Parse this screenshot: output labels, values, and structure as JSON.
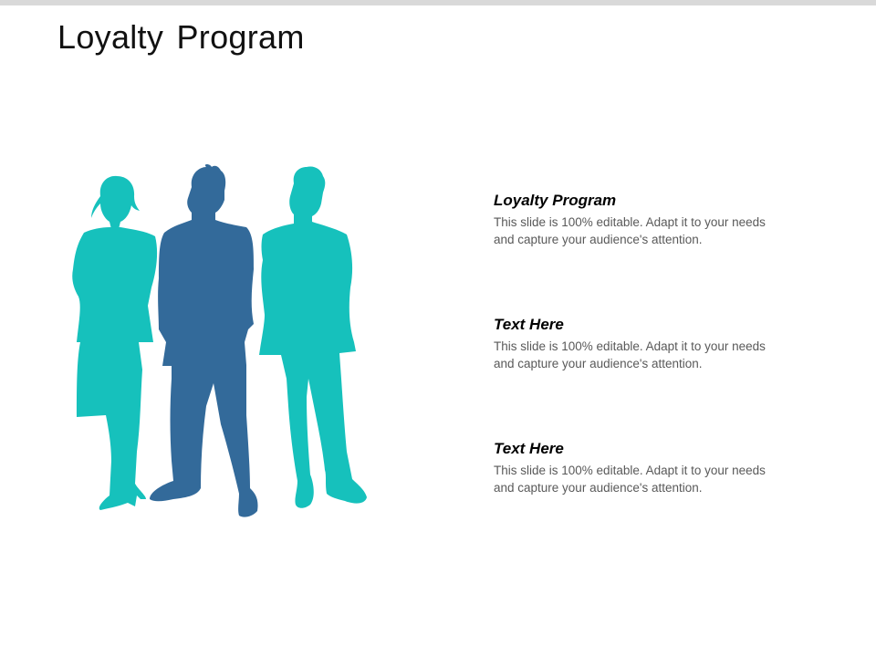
{
  "header": {
    "title": "Loyalty Program"
  },
  "illustration": {
    "description": "Three business people silhouettes",
    "figures": [
      {
        "name": "woman",
        "color": "#16c1bc"
      },
      {
        "name": "man-center",
        "color": "#336a9a"
      },
      {
        "name": "man-right",
        "color": "#16c1bc"
      }
    ]
  },
  "items": [
    {
      "title": "Loyalty Program",
      "body_line1": "This slide is 100% editable. Adapt it to your needs",
      "body_line2": "and capture your audience's attention."
    },
    {
      "title": "Text Here",
      "body_line1": "This slide is 100% editable. Adapt it to your needs",
      "body_line2": "and capture your audience's attention."
    },
    {
      "title": "Text Here",
      "body_line1": "This slide is 100% editable. Adapt it to your needs",
      "body_line2": "and capture your audience's attention."
    }
  ],
  "colors": {
    "teal": "#16c1bc",
    "blue": "#336a9a",
    "top_bar": "#d9d9d9",
    "body_text": "#595959"
  }
}
